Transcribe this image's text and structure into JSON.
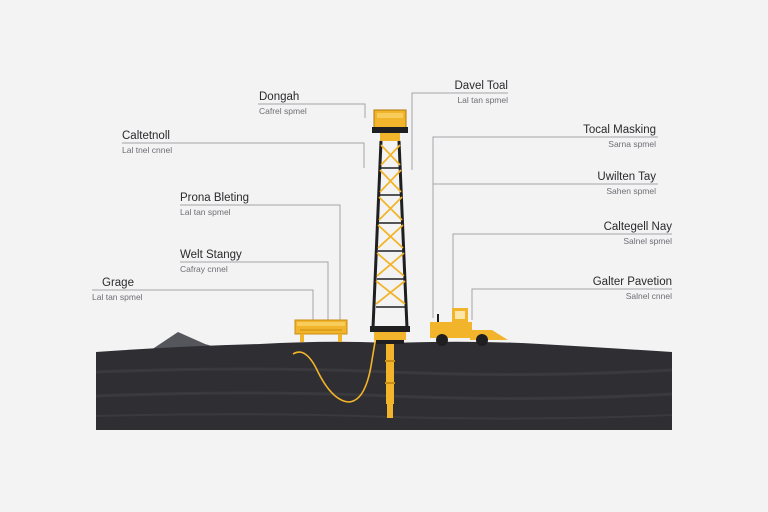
{
  "labels": {
    "dongah": {
      "title": "Dongah",
      "subtitle": "Cafrel spmel"
    },
    "caltetnoll": {
      "title": "Caltetnoll",
      "subtitle": "Lal tnel cnnel"
    },
    "prona_bleting": {
      "title": "Prona Bleting",
      "subtitle": "Lal tan spmel"
    },
    "welt_stangy": {
      "title": "Welt Stangy",
      "subtitle": "Cafray cnnel"
    },
    "grage": {
      "title": "Grage",
      "subtitle": "Lal tan spmel"
    },
    "davel_toal": {
      "title": "Davel Toal",
      "subtitle": "Lal tan spmel"
    },
    "tocal_masking": {
      "title": "Tocal Masking",
      "subtitle": "Sarna spmel"
    },
    "uwilten_tay": {
      "title": "Uwilten Tay",
      "subtitle": "Sahen spmel"
    },
    "caltegell_nay": {
      "title": "Caltegell Nay",
      "subtitle": "Salnel spmel"
    },
    "galter_pavetion": {
      "title": "Galter Pavetion",
      "subtitle": "Salnel cnnel"
    }
  },
  "colors": {
    "background": "#f3f3f4",
    "ground": "#2f2e33",
    "ground_band": "#3a393e",
    "mountain": "#55565c",
    "rig_yellow": "#f2b42a",
    "rig_dark": "#1f1f22",
    "leader_line": "#a4a4a8",
    "title_text": "#2a2a2c",
    "subtitle_text": "#6f6f74"
  },
  "icons": [
    "drilling-rig-icon",
    "mud-tank-icon",
    "excavator-icon",
    "drill-pipe-icon",
    "hose-icon",
    "mountain-icon"
  ]
}
